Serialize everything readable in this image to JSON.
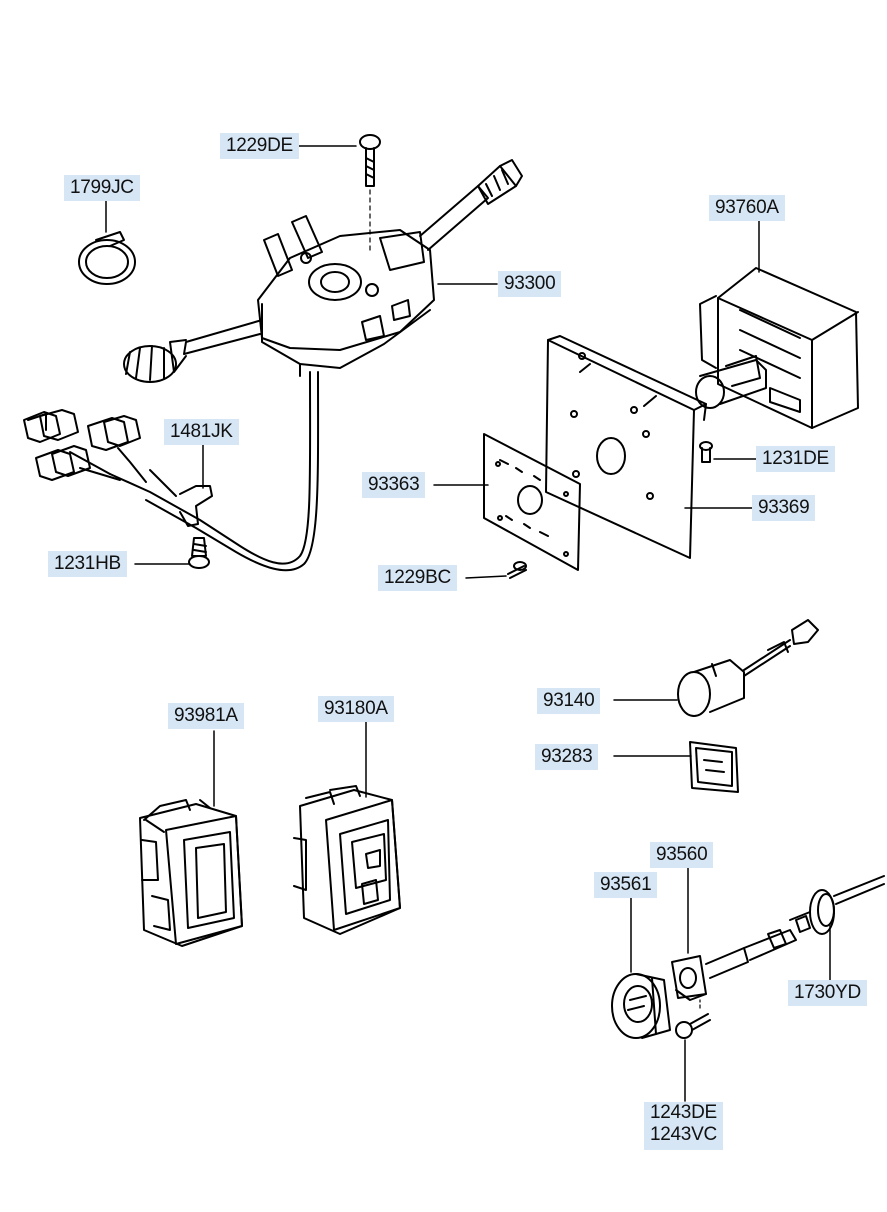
{
  "diagram": {
    "part_labels": {
      "p1229DE": "1229DE",
      "p1799JC": "1799JC",
      "p93760A": "93760A",
      "p93300": "93300",
      "p1481JK": "1481JK",
      "p1231DE": "1231DE",
      "p93363": "93363",
      "p93369": "93369",
      "p1231HB": "1231HB",
      "p1229BC": "1229BC",
      "p93140": "93140",
      "p93981A": "93981A",
      "p93180A": "93180A",
      "p93283": "93283",
      "p93560": "93560",
      "p93561": "93561",
      "p1730YD": "1730YD",
      "p1243DE": "1243DE",
      "p1243VC": "1243VC"
    },
    "colors": {
      "label_background": "#d6e6f5",
      "line": "#000000",
      "background": "#ffffff"
    }
  }
}
